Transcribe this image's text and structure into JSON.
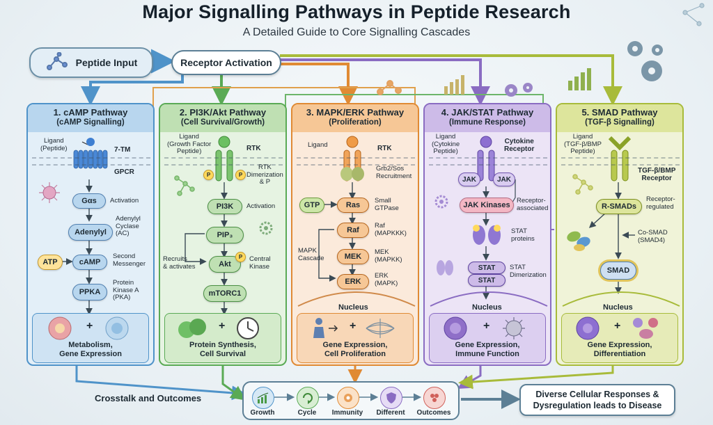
{
  "title": "Major Signalling Pathways in Peptide Research",
  "subtitle": "A Detailed Guide to Core Signalling Cascades",
  "peptide_input": "Peptide Input",
  "receptor_activation": "Receptor Activation",
  "crosstalk_label": "Crosstalk and Outcomes",
  "final_line1": "Diverse Cellular Responses &",
  "final_line2": "Dysregulation leads to Disease",
  "outcome_nodes": [
    "Growth",
    "Cycle",
    "Immunity",
    "Different",
    "Outcomes"
  ],
  "colors": {
    "camp": "#4f93c9",
    "pi3k": "#5aaa55",
    "mapk": "#e08a34",
    "jak": "#8a6cc2",
    "smad": "#a8bb3a"
  },
  "camp": {
    "title": "1. cAMP Pathway",
    "subtitle": "(cAMP Signalling)",
    "ligand": "Ligand\n(Peptide)",
    "receptor_a": "7-TM",
    "receptor_b": "GPCR",
    "n1": "Gαs",
    "n1_note": "Activation",
    "n2": "Adenylyl",
    "n2_note": "Adenylyl\nCyclase\n(AC)",
    "atp": "ATP",
    "n3": "cAMP",
    "n3_note": "Second\nMessenger",
    "n4": "PPKA",
    "n4_note": "Protein\nKinase A\n(PKA)",
    "outcome": "Metabolism,\nGene Expression"
  },
  "pi3k": {
    "title": "2. PI3K/Akt Pathway",
    "subtitle": "(Cell Survival/Growth)",
    "ligand": "Ligand\n(Growth Factor\nPeptide)",
    "receptor": "RTK",
    "rtk_note": "RTK\nDimerization\n& P",
    "n1": "PI3K",
    "n1_note": "Activation",
    "n2": "PIP₃",
    "recruit_note": "Recruits\n& activates",
    "n3": "Akt",
    "n3_note": "Central\nKinase",
    "n4": "mTORC1",
    "outcome": "Protein Synthesis,\nCell Survival"
  },
  "mapk": {
    "title": "3. MAPK/ERK Pathway",
    "subtitle": "(Proliferation)",
    "ligand": "Ligand",
    "receptor": "RTK",
    "grb_note": "Grb2/Sos\nRecruitment",
    "gtp": "GTP",
    "n1": "Ras",
    "n1_note": "Small\nGTPase",
    "n2": "Raf",
    "n2_note": "Raf\n(MAPKKK)",
    "cascade_note": "MAPK\nCascade",
    "n3": "MEK",
    "n3_note": "MEK\n(MAPKK)",
    "n4": "ERK",
    "n4_note": "ERK\n(MAPK)",
    "nucleus": "Nucleus",
    "outcome": "Gene Expression,\nCell Proliferation"
  },
  "jak": {
    "title": "4. JAK/STAT Pathway",
    "subtitle": "(Immune Response)",
    "ligand": "Ligand\n(Cytokine\nPeptide)",
    "receptor": "Cytokine\nReceptor",
    "jak1": "JAK",
    "jak2": "JAK",
    "kinases": "JAK Kinases",
    "kinases_note": "Receptor-\nassociated",
    "stat_note": "STAT\nproteins",
    "stat1": "STAT",
    "stat2": "STAT",
    "dimer_note": "STAT\nDimerization",
    "nucleus": "Nucleus",
    "outcome": "Gene Expression,\nImmune Function"
  },
  "smad": {
    "title": "5. SMAD Pathway",
    "subtitle": "(TGF-β Signalling)",
    "ligand": "Ligand\n(TGF-β/BMP\nPeptide)",
    "receptor": "TGF-β/BMP\nReceptor",
    "n1": "R-SMADs",
    "n1_note": "Receptor-\nregulated",
    "co_note": "Co-SMAD\n(SMAD4)",
    "n2": "SMAD",
    "nucleus": "Nucleus",
    "outcome": "Gene Expression,\nDifferentiation"
  },
  "phospho": "P"
}
